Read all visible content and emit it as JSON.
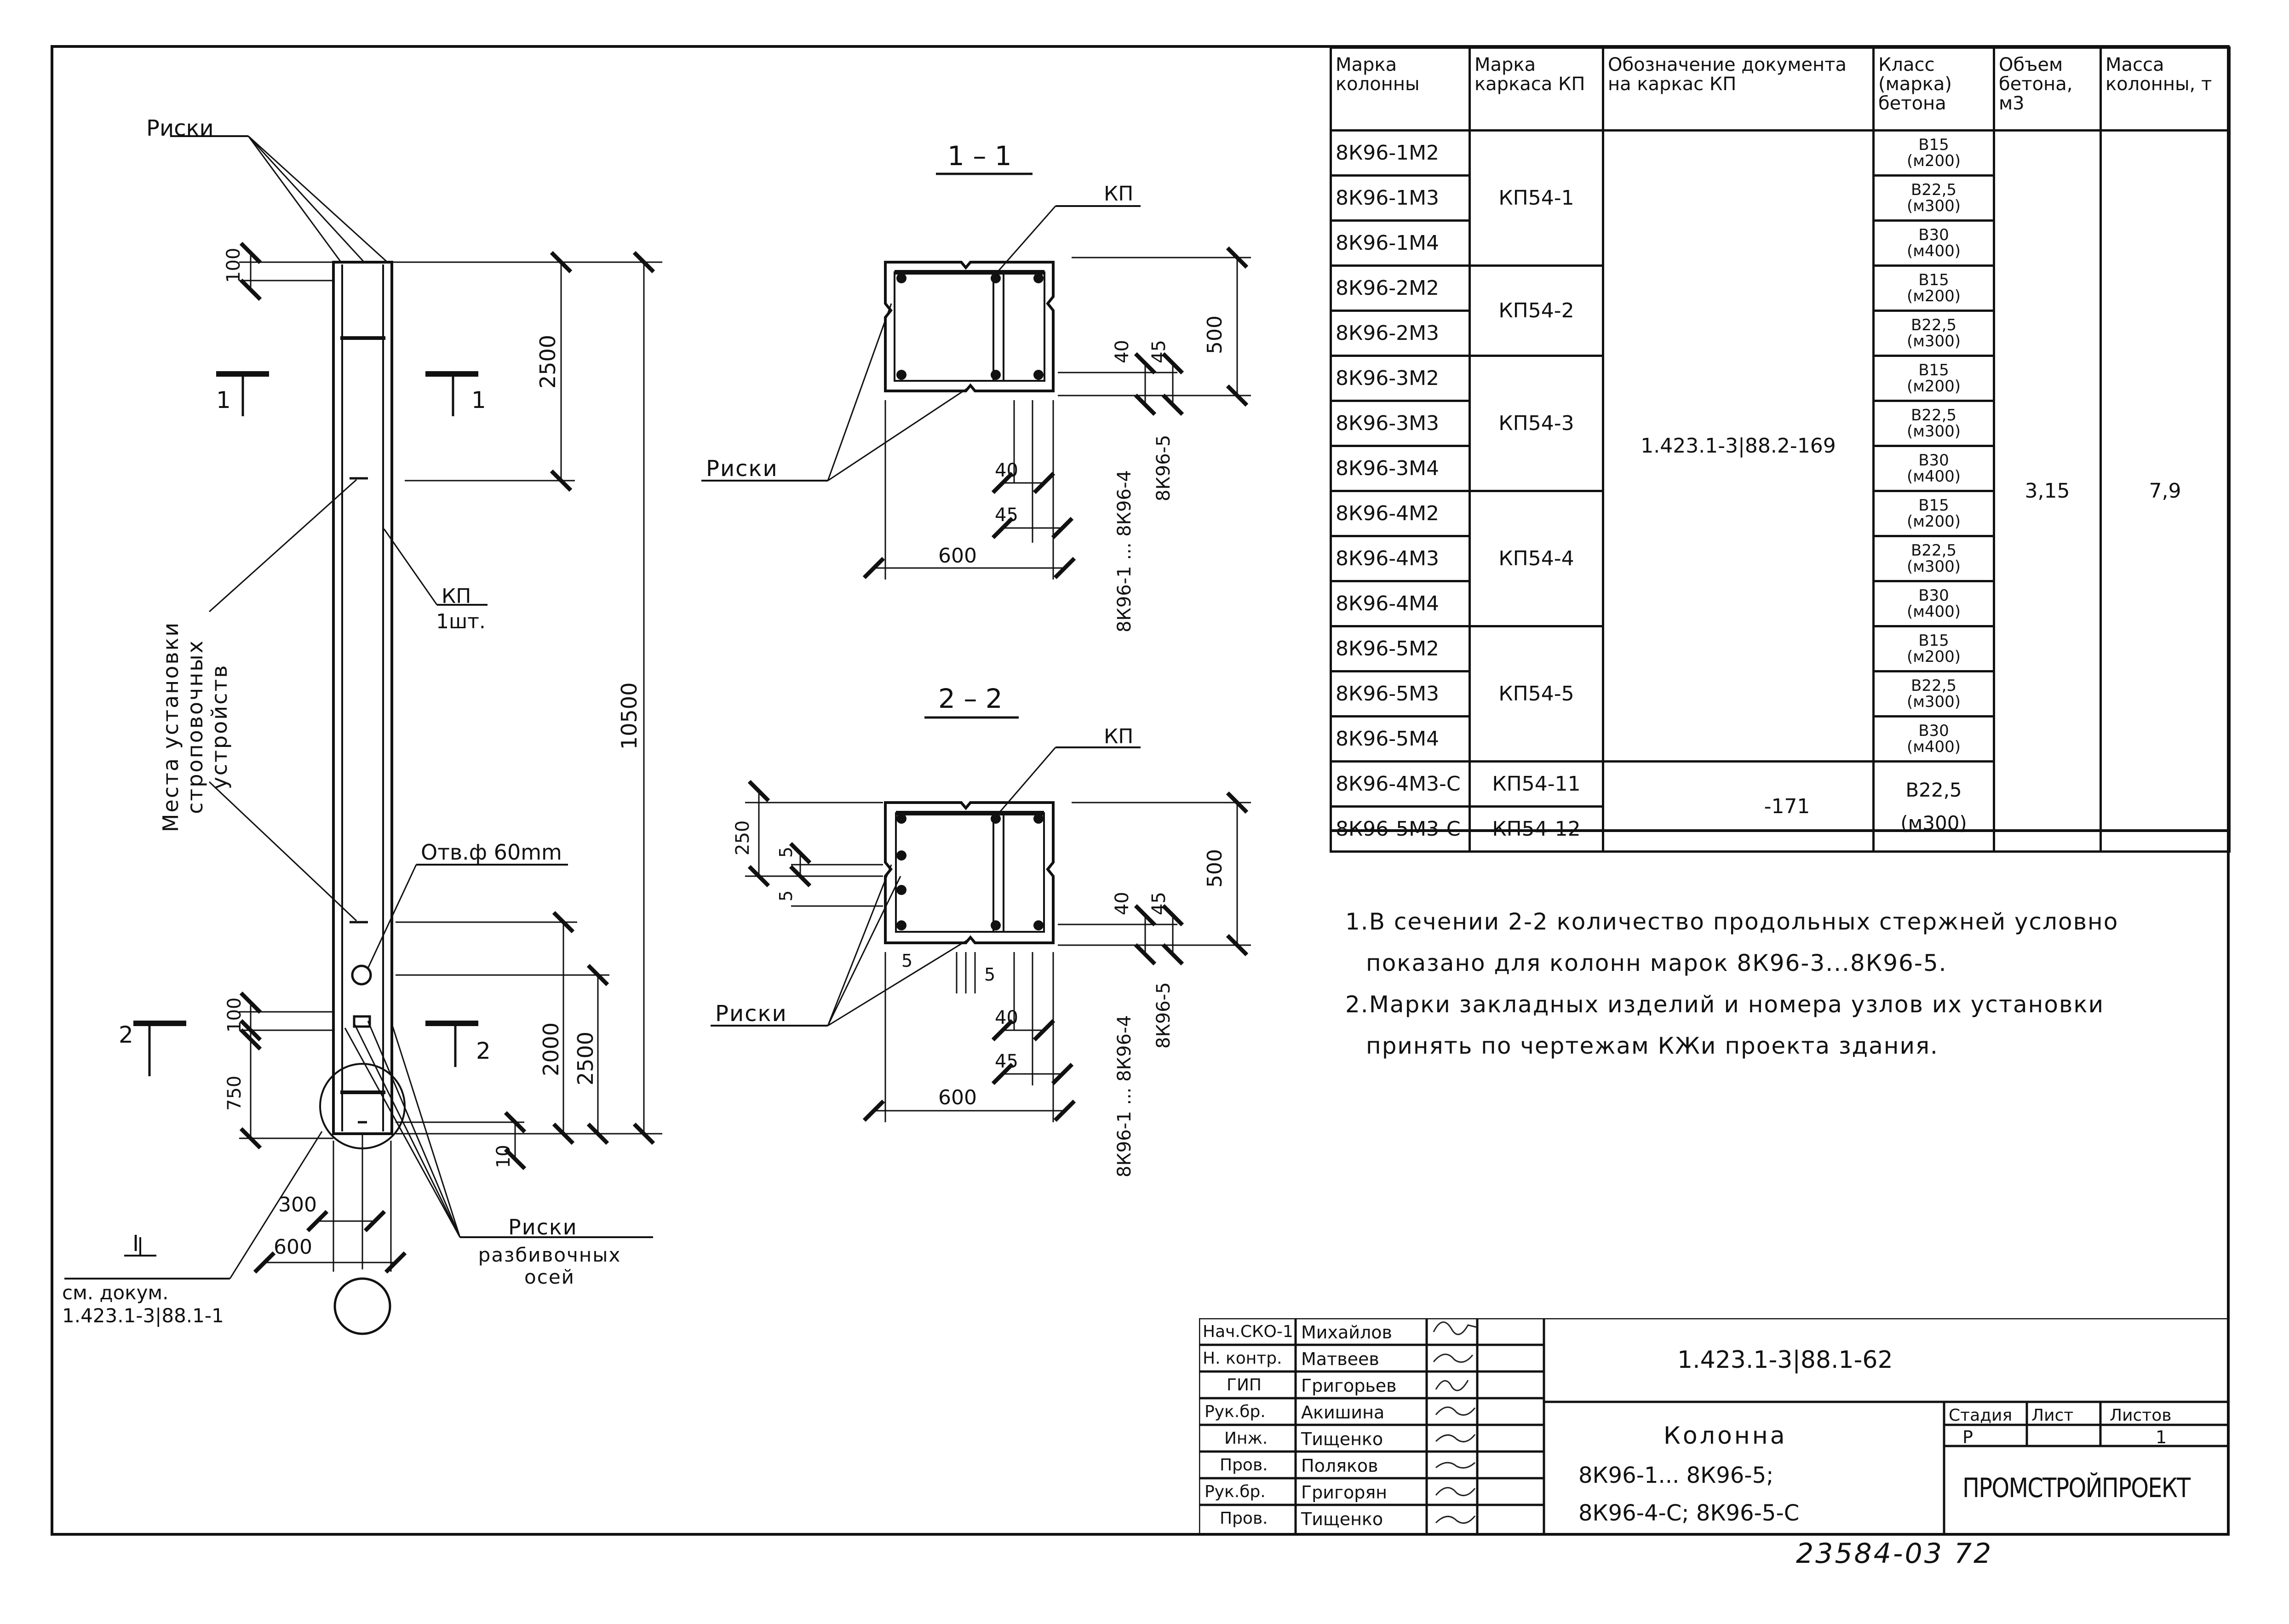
{
  "column_view": {
    "label_riski_top": "Риски",
    "dim_100_top": "100",
    "dim_2500_top": "2500",
    "dim_10500": "10500",
    "section_1_left": "1",
    "section_1_right": "1",
    "label_kp": "КП",
    "label_kp_qty": "1шт.",
    "label_lifting": "Места установки строповочных устройств",
    "label_hole": "Отв.ф 60mm",
    "dim_2500_bottom": "2500",
    "dim_2000": "2000",
    "dim_100_bottom": "100",
    "dim_750": "750",
    "dim_10": "10",
    "section_2_left": "2",
    "section_2_right": "2",
    "dim_300": "300",
    "dim_600": "600",
    "node_mark": "I",
    "ref_doc_label": "см. докум.",
    "ref_doc_number": "1.423.1-3|88.1-1",
    "label_riski_axes": "Риски",
    "label_axes": "разбивочных осей"
  },
  "section_1_1": {
    "title": "1 – 1",
    "label_kp": "КП",
    "label_riski": "Риски",
    "dim_500": "500",
    "dim_40_right": "40",
    "dim_45_right": "45",
    "dim_40_bottom": "40",
    "dim_45_bottom": "45",
    "dim_600": "600",
    "range_4": "8К96-1 ... 8К96-4",
    "range_5": "8К96-5"
  },
  "section_2_2": {
    "title": "2 – 2",
    "label_kp": "КП",
    "label_riski": "Риски",
    "dim_250": "250",
    "dim_5_a": "5",
    "dim_5_b": "5",
    "dim_5_c": "5",
    "dim_5_d": "5",
    "dim_500": "500",
    "dim_40_right": "40",
    "dim_45_right": "45",
    "dim_40_bottom": "40",
    "dim_45_bottom": "45",
    "dim_600": "600",
    "range_4": "8К96-1 ... 8К96-4",
    "range_5": "8К96-5"
  },
  "spec_table": {
    "headers": [
      "Марка колонны",
      "Марка каркаса КП",
      "Обозначение документа на каркас КП",
      "Класс (марка) бетона",
      "Объем бетона, м3",
      "Масса колонны, т"
    ],
    "rows": [
      {
        "column": "8К96-1М2",
        "frame": "КП54-1",
        "class_line1": "В15",
        "class_line2": "(м200)"
      },
      {
        "column": "8К96-1М3",
        "frame": "",
        "class_line1": "В22,5",
        "class_line2": "(м300)"
      },
      {
        "column": "8К96-1М4",
        "frame": "",
        "class_line1": "В30",
        "class_line2": "(м400)"
      },
      {
        "column": "8К96-2М2",
        "frame": "КП54-2",
        "class_line1": "В15",
        "class_line2": "(м200)"
      },
      {
        "column": "8К96-2М3",
        "frame": "",
        "class_line1": "В22,5",
        "class_line2": "(м300)"
      },
      {
        "column": "8К96-3М2",
        "frame": "КП54-3",
        "class_line1": "В15",
        "class_line2": "(м200)"
      },
      {
        "column": "8К96-3М3",
        "frame": "",
        "class_line1": "В22,5",
        "class_line2": "(м300)"
      },
      {
        "column": "8К96-3М4",
        "frame": "",
        "class_line1": "В30",
        "class_line2": "(м400)"
      },
      {
        "column": "8К96-4М2",
        "frame": "КП54-4",
        "class_line1": "В15",
        "class_line2": "(м200)"
      },
      {
        "column": "8К96-4М3",
        "frame": "",
        "class_line1": "В22,5",
        "class_line2": "(м300)"
      },
      {
        "column": "8К96-4М4",
        "frame": "",
        "class_line1": "В30",
        "class_line2": "(м400)"
      },
      {
        "column": "8К96-5М2",
        "frame": "КП54-5",
        "class_line1": "В15",
        "class_line2": "(м200)"
      },
      {
        "column": "8К96-5М3",
        "frame": "",
        "class_line1": "В22,5",
        "class_line2": "(м300)"
      },
      {
        "column": "8К96-5М4",
        "frame": "",
        "class_line1": "В30",
        "class_line2": "(м400)"
      }
    ],
    "extra_rows": [
      {
        "column": "8К96-4М3-С",
        "frame": "КП54-11"
      },
      {
        "column": "8К96-5М3-С",
        "frame": "КП54-12"
      }
    ],
    "extra_class_line1": "В22,5",
    "extra_class_line2": "(м300)",
    "doc_main": "1.423.1-3|88.2-169",
    "doc_extra": "-171",
    "concrete_volume": "3,15",
    "column_mass": "7,9"
  },
  "notes": [
    "1.В сечении 2-2 количество продольных стержней условно",
    "показано для колонн марок 8К96-3...8К96-5.",
    "2.Марки закладных изделий и номера узлов их установки",
    "принять по чертежам КЖи проекта здания."
  ],
  "title_block": {
    "staff": [
      {
        "role": "Нач.СКО-1",
        "name": "Михайлов"
      },
      {
        "role": "Н. контр.",
        "name": "Матвеев"
      },
      {
        "role": "ГИП",
        "name": "Григорьев"
      },
      {
        "role": "Рук.бр.",
        "name": "Акишина"
      },
      {
        "role": "Инж.",
        "name": "Тищенко"
      },
      {
        "role": "Пров.",
        "name": "Поляков"
      },
      {
        "role": "Рук.бр.",
        "name": "Григорян"
      },
      {
        "role": "Пров.",
        "name": "Тищенко"
      }
    ],
    "doc_number": "1.423.1-3|88.1-62",
    "name_line1": "Колонна",
    "name_line2": "8К96-1... 8К96-5;",
    "name_line3": "8К96-4-С; 8К96-5-С",
    "stage_label": "Стадия",
    "sheet_label": "Лист",
    "sheets_label": "Листов",
    "stage_value": "Р",
    "sheet_value": "",
    "sheets_value": "1",
    "org": "ПРОМСТРОЙПРОЕКТ"
  },
  "archive_number": "23584-03 72"
}
